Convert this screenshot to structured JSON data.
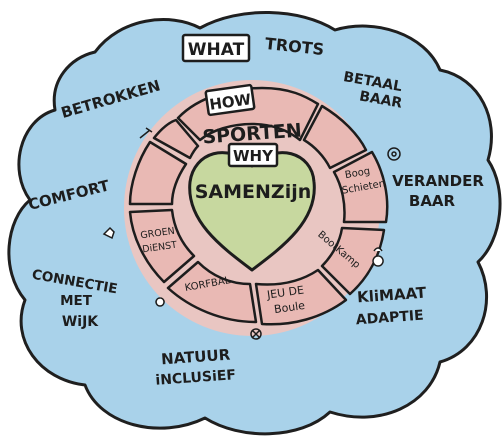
{
  "diagram": {
    "colors": {
      "cloud": "#a9d2ea",
      "cloud_outline": "#1f1f1f",
      "halo": "#efc4be",
      "segment": "#e9b9b4",
      "heart": "#c7d89f",
      "ink": "#1d1d1d"
    },
    "labels": {
      "what": "WHAT",
      "how": "HOW",
      "why": "WHY",
      "center": "SAMENZijn",
      "sporten": "SPORTEN"
    },
    "outer_values": {
      "trots": "TROTS",
      "betaalbaar_1": "BETAAL",
      "betaalbaar_2": "BAAR",
      "veranderbaar_1": "VERANDER",
      "veranderbaar_2": "BAAR",
      "klimaat_1": "KliMAAT",
      "klimaat_2": "ADAPTIE",
      "natuur_1": "NATUUR",
      "natuur_2": "iNCLUSiEF",
      "connectie_1": "CONNECTIE",
      "connectie_2": "MET",
      "connectie_3": "WiJK",
      "comfort": "COMFORT",
      "betrokken": "BETROKKEN"
    },
    "activities": {
      "boogschieten_1": "Boog",
      "boogschieten_2": "Schieten",
      "bootkamp": "BootKamp",
      "jeu_1": "JEU DE",
      "jeu_2": "Boule",
      "korfbal": "KORFBAL",
      "groen_1": "GROEN",
      "groen_2": "DiENST"
    }
  }
}
